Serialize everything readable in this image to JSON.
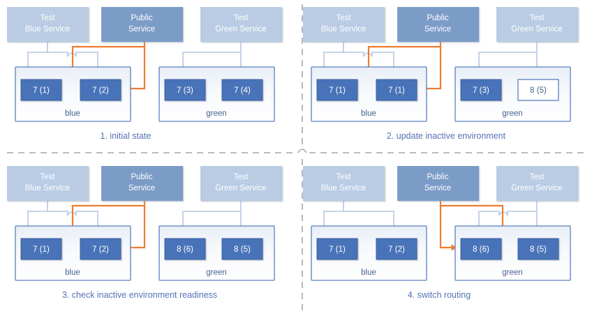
{
  "colors": {
    "service_light": "#b9cce4",
    "service_dark": "#7b9cc8",
    "node_fill": "#4a73b8",
    "node_border": "#3a5f9e",
    "node_inactive_fill": "#ffffff",
    "node_inactive_text": "#44618f",
    "env_border": "#5b7fbd",
    "env_fill": "#f4f6fb",
    "connector": "#b4c7e2",
    "route": "#ed7d31",
    "caption": "#5571b5",
    "divider": "#a6a6a6",
    "background": "#ffffff"
  },
  "services": {
    "test_blue": "Test\nBlue Service",
    "test_blue_line1": "Test",
    "test_blue_line2": "Blue Service",
    "public_line1": "Public",
    "public_line2": "Service",
    "test_green_line1": "Test",
    "test_green_line2": "Green Service"
  },
  "env_labels": {
    "blue": "blue",
    "green": "green"
  },
  "panels": [
    {
      "id": "panel-1",
      "caption": "1. initial state",
      "blue_nodes": [
        {
          "label": "7 (1)",
          "state": "active"
        },
        {
          "label": "7 (2)",
          "state": "active"
        }
      ],
      "green_nodes": [
        {
          "label": "7 (3)",
          "state": "active"
        },
        {
          "label": "7 (4)",
          "state": "active"
        }
      ],
      "routing_target": "blue",
      "routing_detail": "public-service routes to both blue instances"
    },
    {
      "id": "panel-2",
      "caption": "2. update inactive environment",
      "blue_nodes": [
        {
          "label": "7 (1)",
          "state": "active"
        },
        {
          "label": "7 (1)",
          "state": "active"
        }
      ],
      "green_nodes": [
        {
          "label": "7 (3)",
          "state": "active"
        },
        {
          "label": "8 (5)",
          "state": "inactive"
        }
      ],
      "routing_target": "blue",
      "routing_detail": "public-service routes to both blue instances"
    },
    {
      "id": "panel-3",
      "caption": "3. check inactive environment readiness",
      "blue_nodes": [
        {
          "label": "7 (1)",
          "state": "active"
        },
        {
          "label": "7 (2)",
          "state": "active"
        }
      ],
      "green_nodes": [
        {
          "label": "8 (6)",
          "state": "active"
        },
        {
          "label": "8 (5)",
          "state": "active"
        }
      ],
      "routing_target": "blue",
      "routing_detail": "public-service routes to both blue instances"
    },
    {
      "id": "panel-4",
      "caption": "4. switch routing",
      "blue_nodes": [
        {
          "label": "7 (1)",
          "state": "active"
        },
        {
          "label": "7 (2)",
          "state": "active"
        }
      ],
      "green_nodes": [
        {
          "label": "8 (6)",
          "state": "active"
        },
        {
          "label": "8 (5)",
          "state": "active"
        }
      ],
      "routing_target": "green",
      "routing_detail": "public-service routes to both green instances"
    }
  ]
}
